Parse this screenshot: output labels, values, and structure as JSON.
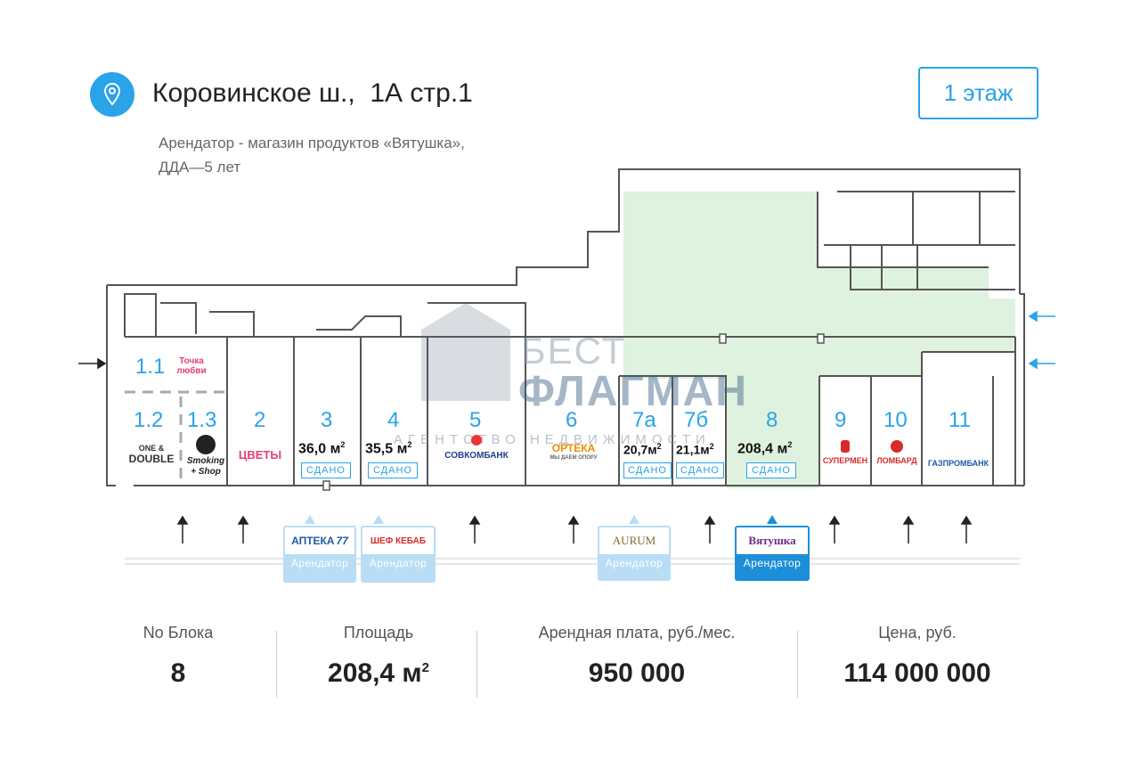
{
  "header": {
    "address": "Коровинское ш.,  1А стр.1",
    "desc_line1": "Арендатор - магазин продуктов «Вятушка»,",
    "desc_line2": "ДДА—5 лет",
    "floor_button": "1 этаж",
    "icon": "location-pin-icon"
  },
  "plan": {
    "blocks": {
      "b1_1": "1.1",
      "b1_2": "1.2",
      "b1_3": "1.3",
      "b2": "2",
      "b3": "3",
      "b4": "4",
      "b5": "5",
      "b6": "6",
      "b7a": "7а",
      "b7b": "7б",
      "b8": "8",
      "b9": "9",
      "b10": "10",
      "b11": "11"
    },
    "areas": {
      "b3": "36,0 м",
      "b4": "35,5 м",
      "b7a": "20,7м",
      "b7b": "21,1м",
      "b8": "208,4 м",
      "sup": "2"
    },
    "rented_tag": "СДАНО",
    "logos": {
      "b1_1": "Точка любви",
      "b1_2_a": "ONE &",
      "b1_2_b": "DOUBLE",
      "b1_3_a": "Smoking",
      "b1_3_b": "+ Shop",
      "b2": "ЦВЕТЫ",
      "b5": "СОВКОМБАНК",
      "b6_a": "ОРТЕКА",
      "b6_b": "МЫ ДАЕМ ОПОРУ",
      "b9": "СУПЕРМЕН",
      "b10": "ЛОМБАРД",
      "b11": "ГАЗПРОМБАНК"
    },
    "tenants": {
      "label": "Арендатор",
      "apteka": "АПТЕКА",
      "apteka_num": "77",
      "shef": "ШЕФ КЕБАБ",
      "aurum": "AURUM",
      "vyatushka": "Вятушка"
    },
    "watermark": {
      "line1": "БЕСТ",
      "line2": "ФЛАГМАН",
      "line3": "АГЕНТСТВО НЕДВИЖИМОСТИ"
    },
    "colors": {
      "accent": "#2aa3e8",
      "highlight": "#dff2df",
      "active_tenant": "#1c8fd8"
    }
  },
  "stats": {
    "block_label": "No Блока",
    "block_value": "8",
    "area_label": "Площадь",
    "area_value": "208,4 м",
    "area_sup": "2",
    "rent_label": "Арендная плата, руб./мес.",
    "rent_value": "950 000",
    "price_label": "Цена, руб.",
    "price_value": "114 000 000"
  }
}
